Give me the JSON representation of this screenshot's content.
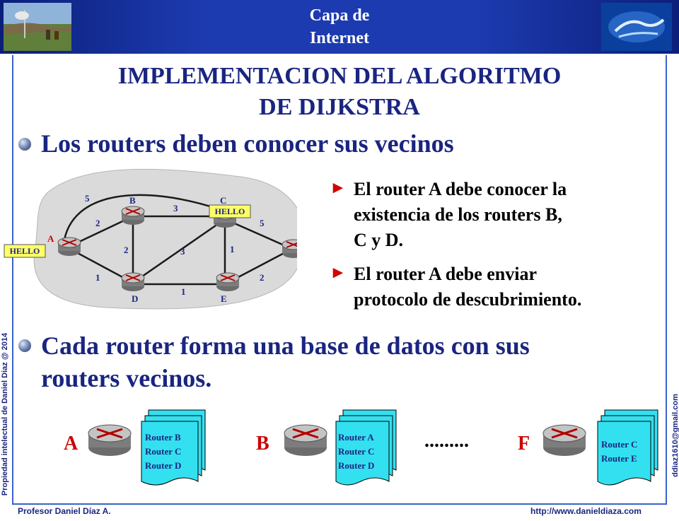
{
  "header": {
    "title_line1": "Capa de",
    "title_line2": "Internet"
  },
  "main": {
    "title_line1": "IMPLEMENTACION DEL ALGORITMO",
    "title_line2": "DE DIJKSTRA",
    "bullet1": "Los routers deben conocer sus vecinos",
    "bullet2_line1": "Cada router forma una base de datos con sus",
    "bullet2_line2": "routers vecinos."
  },
  "side_notes": [
    {
      "marker": "►",
      "lines": [
        "El router A debe conocer la",
        "existencia de los routers B,",
        "C y D."
      ]
    },
    {
      "marker": "►",
      "lines": [
        "El router A debe enviar",
        "protocolo de descubrimiento."
      ]
    }
  ],
  "network": {
    "nodes": [
      "A",
      "B",
      "C",
      "D",
      "E",
      "F"
    ],
    "edge_weights": [
      "5",
      "2",
      "1",
      "3",
      "2",
      "3",
      "1",
      "5",
      "1",
      "2"
    ],
    "hello_label": "HELLO"
  },
  "databases": [
    {
      "router": "A",
      "entries": [
        "Router B",
        "Router C",
        "Router D"
      ]
    },
    {
      "router": "B",
      "entries": [
        "Router A",
        "Router C",
        "Router D"
      ]
    },
    {
      "router": "F",
      "entries": [
        "Router C",
        "Router E"
      ]
    }
  ],
  "ellipsis": ".........",
  "footer": {
    "author": "Profesor Daniel Díaz A.",
    "url": "http://www.danieldiaza.com",
    "left_vertical": "Propiedad intelectual de Daniel Diaz @ 2014",
    "right_vertical": "ddiaz1610@gmail.com"
  },
  "colors": {
    "title": "#1a2580",
    "header": "#1d3bb0",
    "hello_bg": "#ffff66",
    "db_fill": "#33e0f0",
    "label_red": "#cc0000"
  }
}
